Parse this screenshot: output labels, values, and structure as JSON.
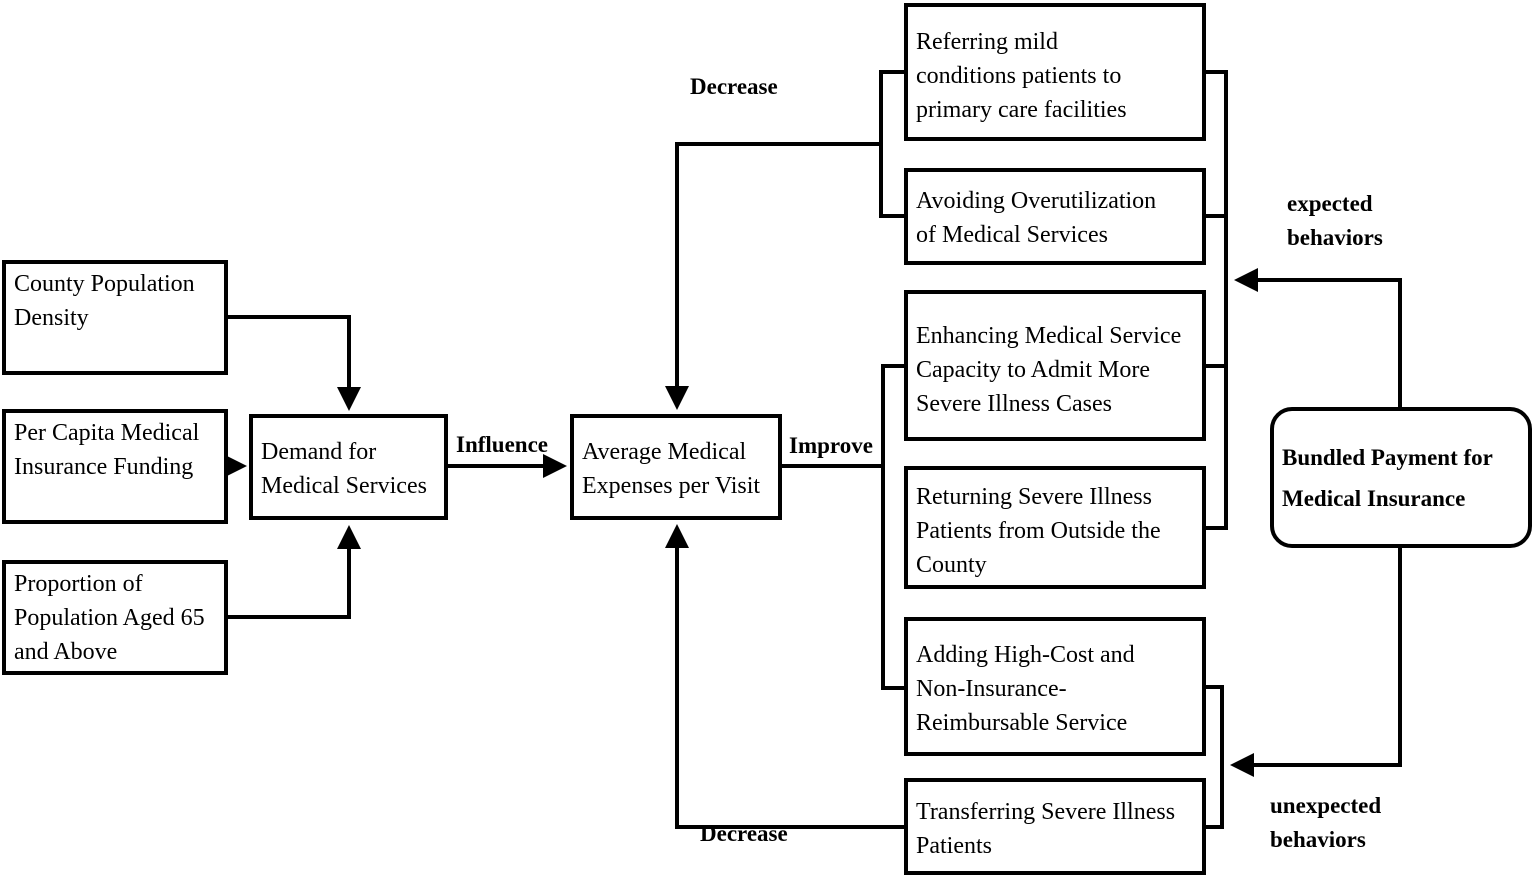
{
  "nodes": {
    "county_density": "County Population\nDensity",
    "per_capita_funding": "Per Capita Medical\nInsurance Funding",
    "aged_65": "Proportion of\nPopulation Aged 65\nand Above",
    "demand": "Demand for\nMedical Services",
    "avg_expenses": "Average Medical\nExpenses per Visit",
    "referring_mild": "Referring mild\nconditions patients to\nprimary care facilities",
    "avoiding_overutilization": "Avoiding Overutilization\nof Medical Services",
    "enhancing_capacity": "Enhancing Medical Service\nCapacity to Admit More\nSevere Illness Cases",
    "returning_patients": "Returning Severe Illness\nPatients from Outside the\nCounty",
    "adding_high_cost": "Adding High-Cost and\nNon-Insurance-\nReimbursable Service",
    "transferring_patients": "Transferring Severe Illness\nPatients",
    "bundled_payment": "Bundled Payment for\nMedical Insurance"
  },
  "edge_labels": {
    "influence": "Influence",
    "improve": "Improve",
    "decrease_top": "Decrease",
    "decrease_bottom": "Decrease",
    "expected": "expected\nbehaviors",
    "unexpected": "unexpected\nbehaviors"
  }
}
